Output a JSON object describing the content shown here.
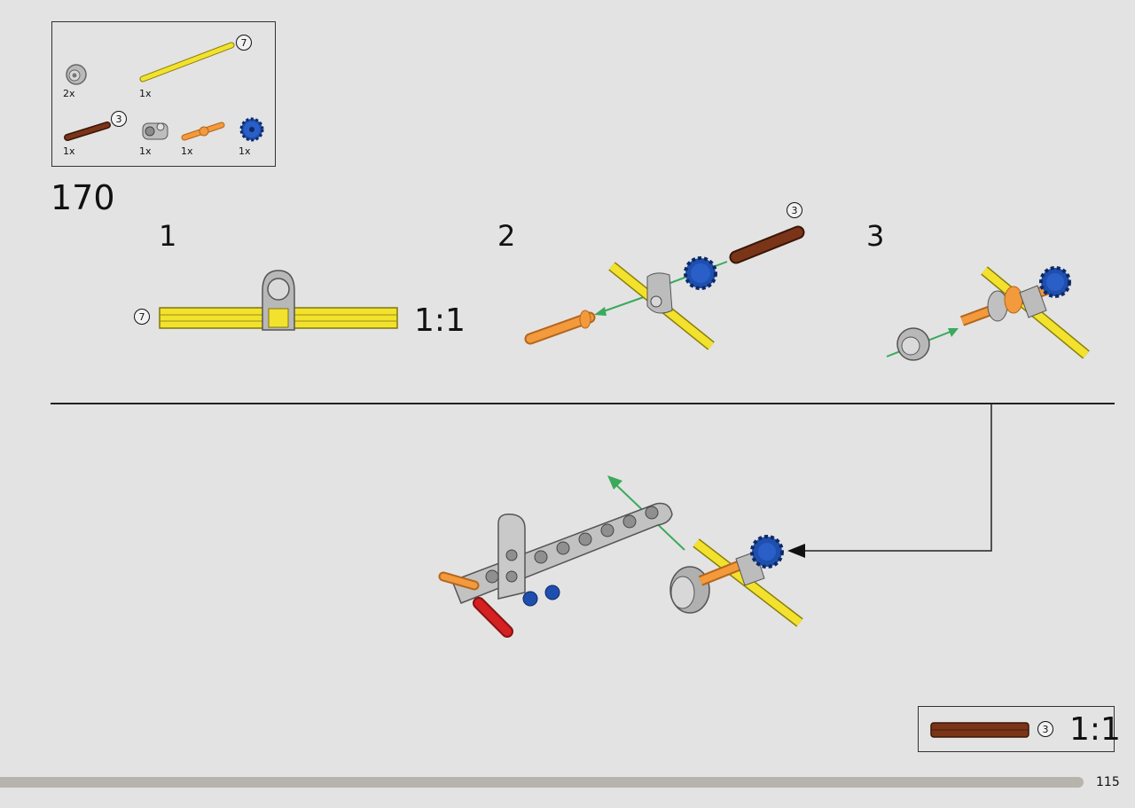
{
  "parts_list": {
    "items": [
      {
        "name": "bushing",
        "qty": "2x",
        "color": "#a8a8a8"
      },
      {
        "name": "axle",
        "qty": "1x",
        "length": "7",
        "color": "#f2e22e"
      },
      {
        "name": "axle",
        "qty": "1x",
        "length": "3",
        "color": "#6b2c12"
      },
      {
        "name": "connector",
        "qty": "1x",
        "color": "#9a9a9a"
      },
      {
        "name": "axle-pin",
        "qty": "1x",
        "color": "#f29a3c"
      },
      {
        "name": "gear",
        "qty": "1x",
        "color": "#1f4fae"
      }
    ]
  },
  "step": {
    "number": "170"
  },
  "substeps": [
    {
      "label": "1",
      "axle_length": "7",
      "scale": "1:1"
    },
    {
      "label": "2",
      "axle_length": "3"
    },
    {
      "label": "3"
    }
  ],
  "callout": {
    "axle_length": "3",
    "scale": "1:1",
    "axle_color": "#6b2c12"
  },
  "footer": {
    "page_number": "115"
  },
  "colors": {
    "yellow": "#f2e22e",
    "orange": "#f29a3c",
    "blue": "#1f4fae",
    "brown": "#6b2c12",
    "gray": "#9c9c9c",
    "red": "#d42020",
    "arrow_green": "#3aaa5a"
  }
}
